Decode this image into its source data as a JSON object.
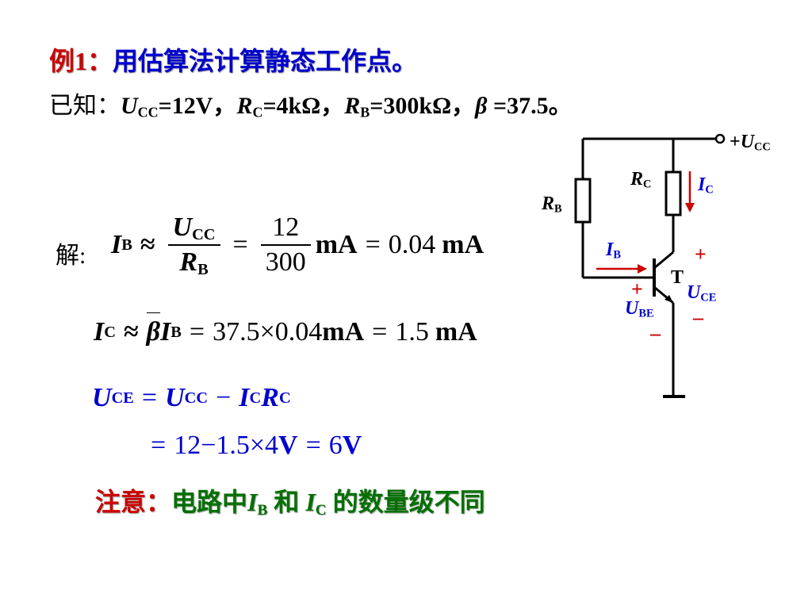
{
  "title": {
    "example": "例1：",
    "rest": "用估算法计算静态工作点。"
  },
  "given": {
    "prefix": "已知：",
    "ucc_sym": "U",
    "ucc_sub": "CC",
    "ucc_val": "=12V，",
    "rc_sym": "R",
    "rc_sub": "C",
    "rc_val": "=4kΩ，",
    "rb_sym": "R",
    "rb_sub": "B",
    "rb_val": "=300kΩ，",
    "beta_sym": "β",
    "beta_val": " =37.5。"
  },
  "solution": {
    "label": "解:",
    "eq1": {
      "lhs_sym": "I",
      "lhs_sub": "B",
      "approx": "≈",
      "frac1_num_sym": "U",
      "frac1_num_sub": "CC",
      "frac1_den_sym": "R",
      "frac1_den_sub": "B",
      "eq": "=",
      "frac2_num": "12",
      "frac2_den": "300",
      "unit1": "mA",
      "eq2": "=",
      "result": "0.04",
      "unit2": "mA"
    },
    "eq2": {
      "lhs_sym": "I",
      "lhs_sub": "C",
      "approx": "≈",
      "beta": "β",
      "rhs_sym": "I",
      "rhs_sub": "B",
      "eq": "=",
      "expr": "37.5×0.04",
      "unit1": "mA",
      "eq2": "=",
      "result": "1.5",
      "unit2": "mA"
    },
    "eq3": {
      "lhs_sym": "U",
      "lhs_sub": "CE",
      "eq": "=",
      "t1_sym": "U",
      "t1_sub": "CC",
      "minus": "−",
      "t2_sym": "I",
      "t2_sub": "C",
      "t3_sym": "R",
      "t3_sub": "C"
    },
    "eq4": {
      "eq": "=",
      "expr": "12−1.5×4",
      "unit1": "V",
      "eq2": "=",
      "result": "6",
      "unit2": "V"
    }
  },
  "note": {
    "label": "注意：",
    "text1": "电路中",
    "ib_sym": "I",
    "ib_sub": "B",
    "and": " 和 ",
    "ic_sym": "I",
    "ic_sub": "C",
    "text2": " 的数量级不同"
  },
  "circuit": {
    "vcc_plus": "+",
    "vcc_sym": "U",
    "vcc_sub": "CC",
    "rc_sym": "R",
    "rc_sub": "C",
    "rb_sym": "R",
    "rb_sub": "B",
    "ic_sym": "I",
    "ic_sub": "C",
    "ib_sym": "I",
    "ib_sub": "B",
    "transistor": "T",
    "uce_plus": "+",
    "uce_sym": "U",
    "uce_sub": "CE",
    "uce_minus": "–",
    "ube_plus": "+",
    "ube_sym": "U",
    "ube_sub": "BE",
    "ube_minus": "–"
  },
  "colors": {
    "red": "#cc0000",
    "blue": "#0000cc",
    "green": "#007000"
  }
}
